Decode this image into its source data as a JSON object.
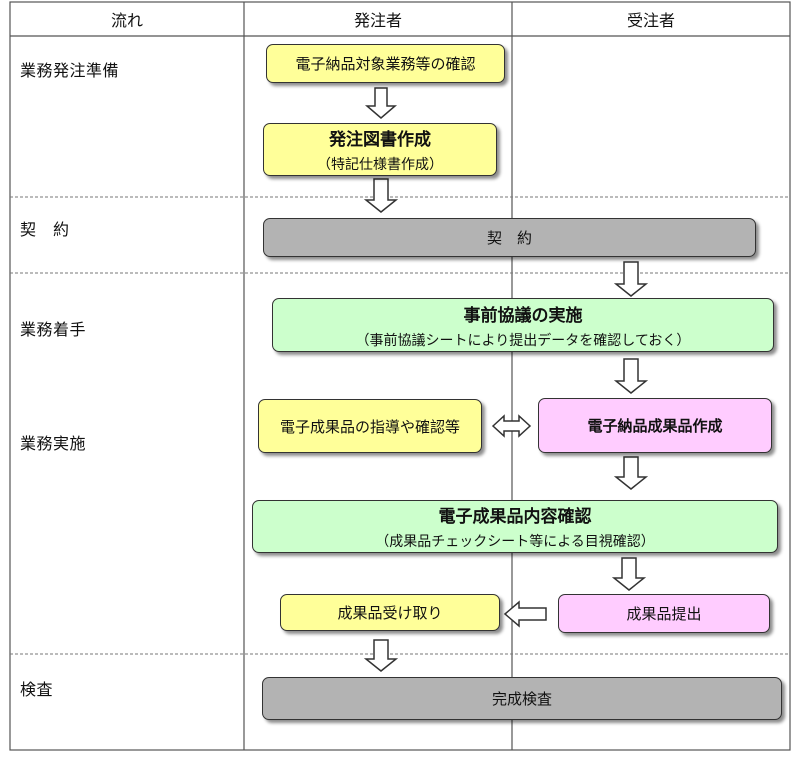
{
  "header": {
    "col_flow": "流れ",
    "col_orderer": "発注者",
    "col_contractor": "受注者"
  },
  "phases": {
    "p1": "業務発注準備",
    "p2": "契　約",
    "p3": "業務着手",
    "p4": "業務実施",
    "p5": "検査"
  },
  "boxes": {
    "confirm": {
      "label": "電子納品対象業務等の確認",
      "color": "#ffff99"
    },
    "create_docs": {
      "title": "発注図書作成",
      "sub": "（特記仕様書作成）",
      "color": "#ffff99"
    },
    "contract": {
      "label": "契　約",
      "color": "#b3b3b3"
    },
    "pre_meeting": {
      "title": "事前協議の実施",
      "sub": "（事前協議シートにより提出データを確認しておく）",
      "color": "#ccffcc"
    },
    "guidance": {
      "label": "電子成果品の指導や確認等",
      "color": "#ffff99"
    },
    "create_deliverables": {
      "label": "電子納品成果品作成",
      "color": "#ffccff"
    },
    "content_check": {
      "title": "電子成果品内容確認",
      "sub": "（成果品チェックシート等による目視確認）",
      "color": "#ccffcc"
    },
    "receive": {
      "label": "成果品受け取り",
      "color": "#ffff99"
    },
    "submit": {
      "label": "成果品提出",
      "color": "#ffccff"
    },
    "inspection": {
      "label": "完成検査",
      "color": "#b3b3b3"
    }
  },
  "arrows": {
    "style": "hollow",
    "connections": [
      "電子納品対象業務等の確認 → 発注図書作成",
      "発注図書作成 → 契約",
      "契約 → 事前協議の実施",
      "事前協議の実施 → 電子納品成果品作成",
      "電子成果品の指導や確認等 ↔ 電子納品成果品作成",
      "電子納品成果品作成 → 電子成果品内容確認",
      "電子成果品内容確認 → 成果品提出",
      "成果品提出 → 成果品受け取り",
      "成果品受け取り → 完成検査"
    ]
  }
}
